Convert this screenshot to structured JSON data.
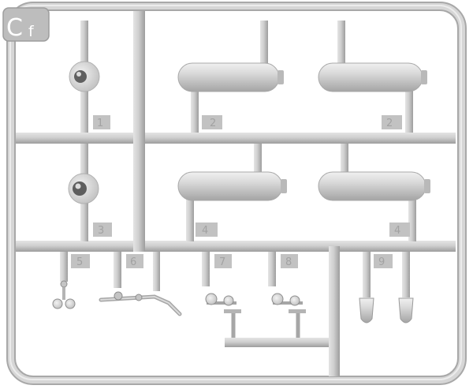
{
  "sprue": {
    "tag_letter": "C",
    "tag_suffix": "f",
    "part_numbers": {
      "p1": "1",
      "p2a": "2",
      "p2b": "2",
      "p3": "3",
      "p4a": "4",
      "p4b": "4",
      "p5": "5",
      "p6": "6",
      "p7": "7",
      "p8": "8",
      "p9": "9"
    }
  },
  "colors": {
    "plastic": "#c9c9c9",
    "plastic_light": "#e2e2e2",
    "plastic_shadow": "#9a9a9a",
    "tag_fill": "#bdbdbd"
  }
}
